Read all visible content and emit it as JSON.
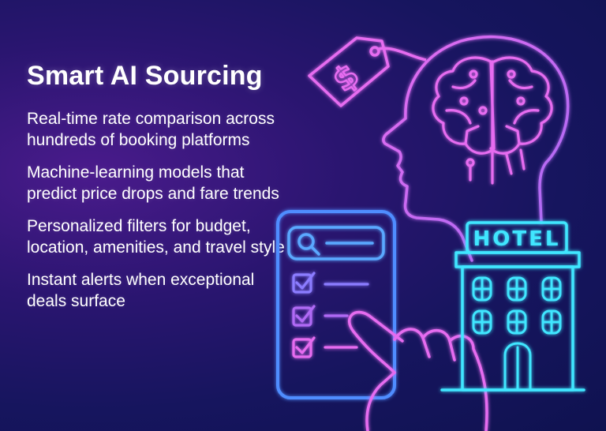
{
  "title": "Smart AI Sourcing",
  "points": [
    "Real-time rate comparison across hundreds of booking platforms",
    "Machine-learning models that predict price drops and fare trends",
    "Personalized filters for budget, location, amenities, and travel style",
    "Instant alerts when exceptional deals surface"
  ],
  "tag_symbol": "$",
  "hotel_sign": "HOTEL",
  "colors": {
    "background_dark": "#0f1250",
    "background_purple": "#4a1b8c",
    "neon_pink": "#e66cf0",
    "neon_violet": "#b06af5",
    "neon_blue": "#5aa8ff",
    "neon_cyan": "#3fe6ff"
  },
  "icons": [
    "price-tag-icon",
    "head-silhouette-icon",
    "brain-icon",
    "search-icon",
    "checkbox-icon",
    "pointing-hand-icon",
    "hotel-building-icon"
  ]
}
